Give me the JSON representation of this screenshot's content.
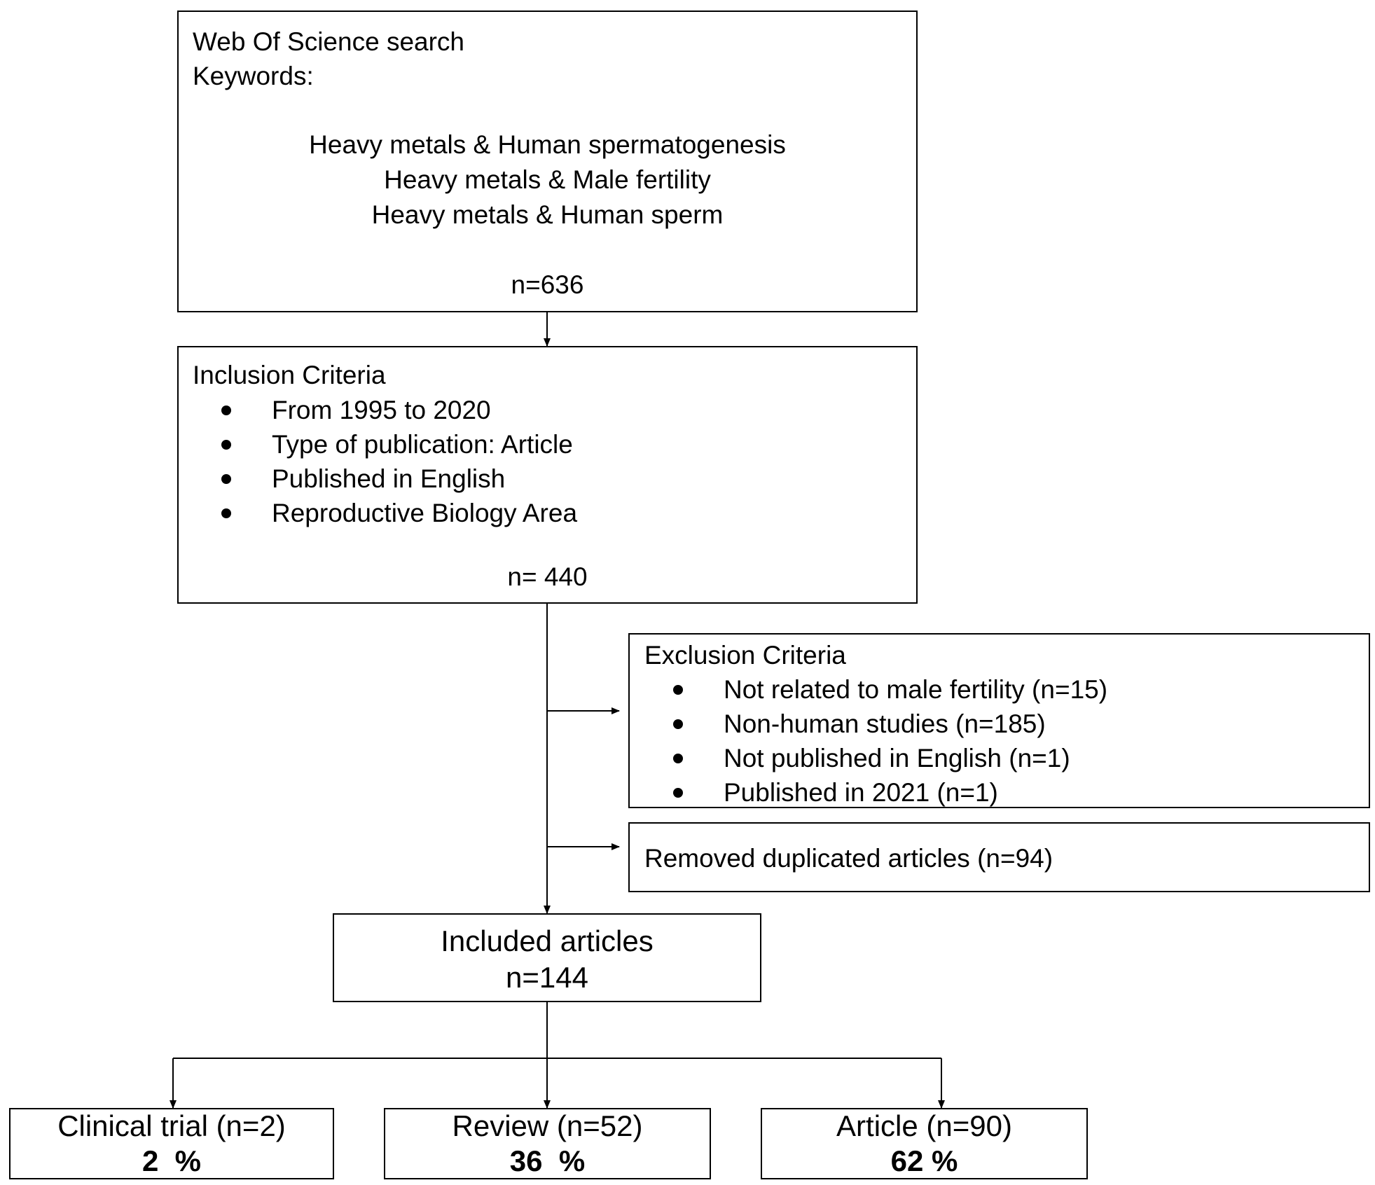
{
  "search": {
    "title": "Web Of Science search",
    "keywords_label": "Keywords:",
    "keywords": [
      "Heavy metals & Human spermatogenesis",
      "Heavy metals & Male fertility",
      "Heavy metals & Human sperm"
    ],
    "count": "n=636"
  },
  "inclusion": {
    "title": "Inclusion Criteria",
    "items": [
      "From 1995 to 2020",
      "Type of publication: Article",
      "Published in English",
      "Reproductive Biology Area"
    ],
    "count": "n= 440"
  },
  "exclusion": {
    "title": "Exclusion Criteria",
    "items": [
      "Not related to male fertility (n=15)",
      "Non-human studies (n=185)",
      "Not published in English (n=1)",
      "Published in 2021 (n=1)"
    ]
  },
  "duplicates": {
    "label": "Removed duplicated articles (n=94)"
  },
  "included": {
    "title": "Included articles",
    "count": "n=144"
  },
  "outcomes": [
    {
      "label": "Clinical trial (n=2)",
      "percent": "2  %"
    },
    {
      "label": "Review (n=52)",
      "percent": "36  %"
    },
    {
      "label": "Article (n=90)",
      "percent": "62 %"
    }
  ]
}
